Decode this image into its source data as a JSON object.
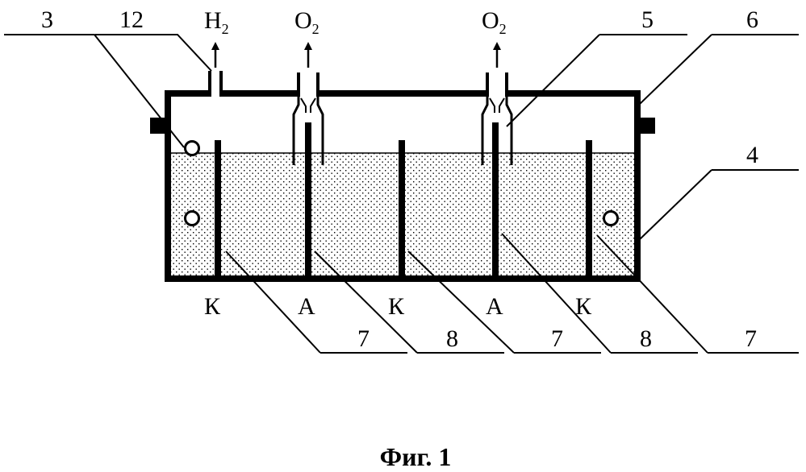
{
  "callouts": {
    "c3": "3",
    "c12": "12",
    "c5": "5",
    "c6": "6",
    "c4": "4",
    "c7a": "7",
    "c8a": "8",
    "c7b": "7",
    "c8b": "8",
    "c7c": "7"
  },
  "gas": {
    "h2": {
      "base": "H",
      "sub": "2"
    },
    "o2_left": {
      "base": "O",
      "sub": "2"
    },
    "o2_right": {
      "base": "O",
      "sub": "2"
    }
  },
  "electrodes": {
    "e1": "К",
    "e2": "А",
    "e3": "К",
    "e4": "А",
    "e5": "К"
  },
  "caption": "Фиг. 1"
}
